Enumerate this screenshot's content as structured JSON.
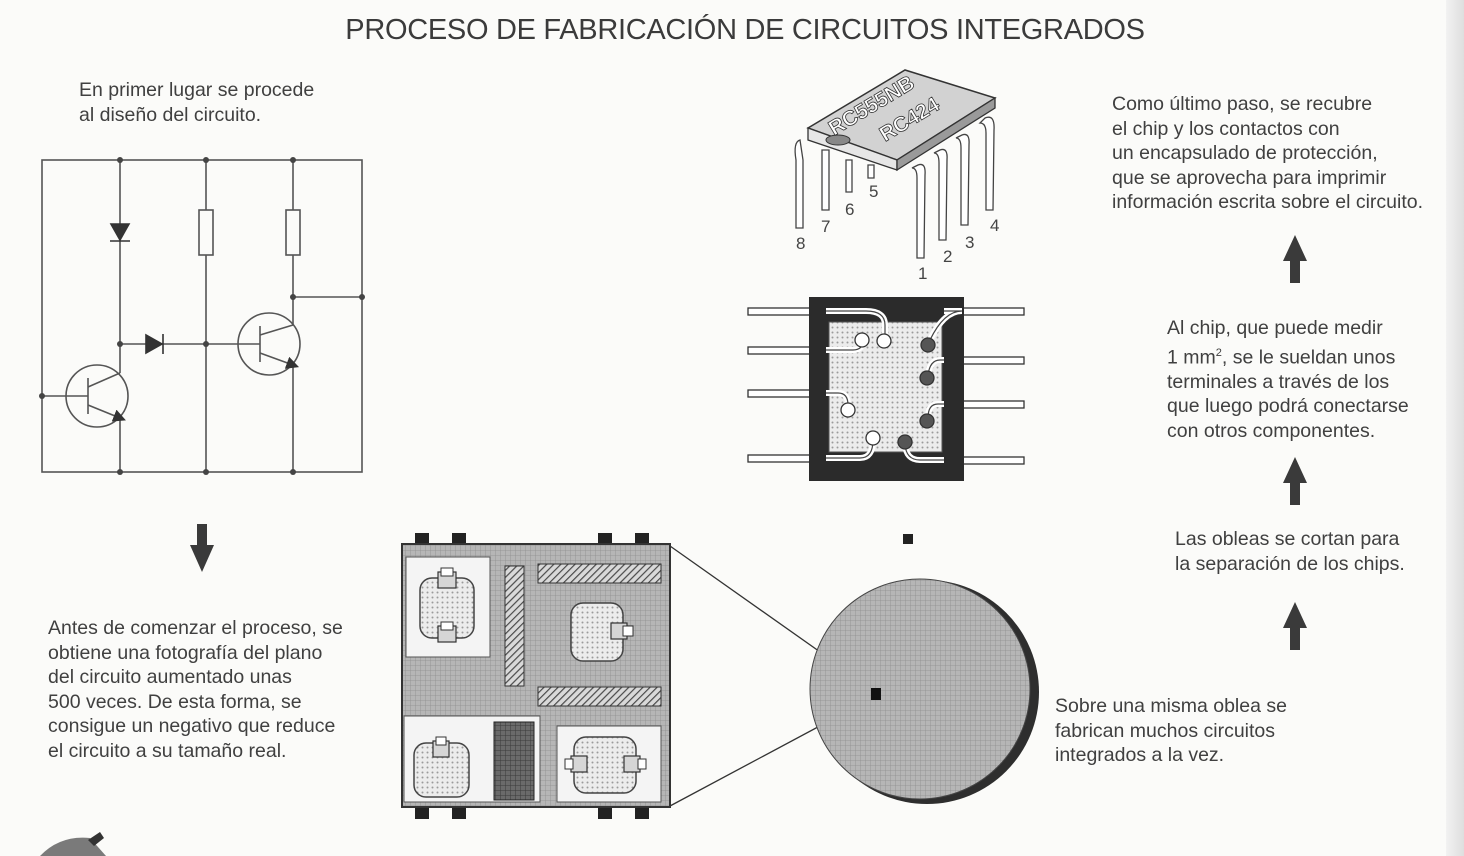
{
  "title": "PROCESO DE FABRICACIÓN DE CIRCUITOS INTEGRADOS",
  "steps": {
    "design": "En primer lugar se procede\nal diseño del circuito.",
    "photo": "Antes de comenzar el proceso, se\nobtiene una fotografía del plano\ndel circuito aumentado unas\n500 veces. De esta forma, se\nconsigue un negativo que reduce\nel circuito a su tamaño real.",
    "wafer": "Sobre una misma oblea se\nfabrican muchos circuitos\nintegrados a la vez.",
    "cut": "Las obleas se cortan para\nla separación de los chips.",
    "terminals_a": "Al chip, que puede medir\n1 mm",
    "terminals_sup": "2",
    "terminals_b": ", se le sueldan unos\nterminales a través de los\nque luego podrá conectarse\ncon otros componentes.",
    "encapsulate": "Como último paso, se recubre\nel chip y los contactos con\nun encapsulado de protección,\nque se aprovecha para imprimir\ninformación escrita sobre el circuito."
  },
  "chip_markings": {
    "line1": "RC555NB",
    "line2": "RC424"
  },
  "pin_numbers": [
    "1",
    "2",
    "3",
    "4",
    "5",
    "6",
    "7",
    "8"
  ],
  "colors": {
    "ink": "#3a3a3a",
    "dark_fill": "#333333",
    "wafer_fill": "#b4b4b4",
    "pad_fill": "#d6d6d6"
  }
}
